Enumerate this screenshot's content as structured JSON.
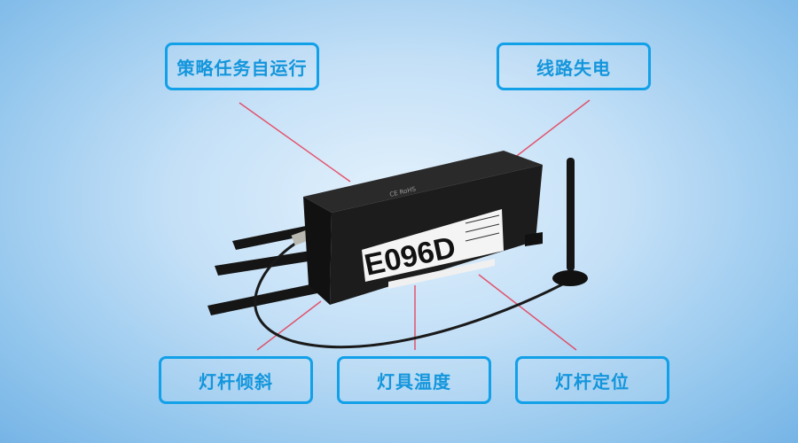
{
  "callouts": {
    "strategy_task": "策略任务自运行",
    "power_loss": "线路失电",
    "pole_tilt": "灯杆倾斜",
    "lamp_temperature": "灯具温度",
    "pole_location": "灯杆定位"
  },
  "device": {
    "model": "E096D",
    "marks": "CE RoHS"
  },
  "colors": {
    "accent": "#12a0e8",
    "callout_text": "#1496dc",
    "pointer_line": "#e8304a",
    "device": "#1c1c1c"
  }
}
